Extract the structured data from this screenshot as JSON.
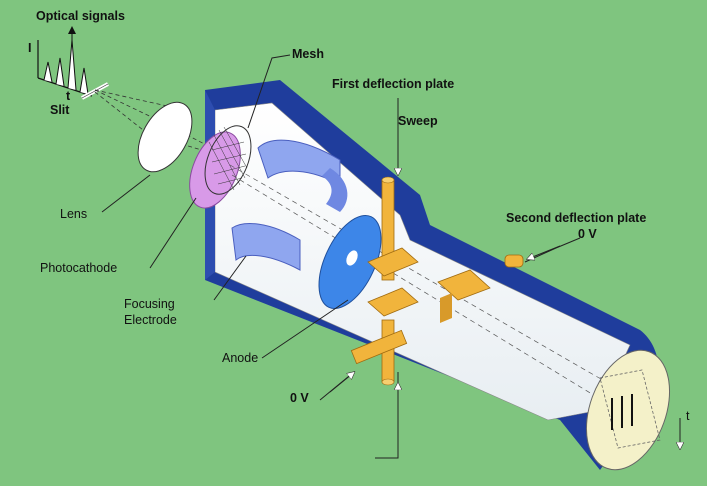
{
  "colors": {
    "background": "#7fc57f",
    "tube_shell": "#1f3d9c",
    "tube_interior": "#ffffff",
    "photocathode": "#d89ae8",
    "electrode": "#8fa6ef",
    "anode": "#3d86e8",
    "deflection_plates": "#f1b43c",
    "screen": "#f4f1c9"
  },
  "labels": {
    "optical_signals": "Optical signals",
    "intensity_axis": "I",
    "time_axis": "t",
    "slit": "Slit",
    "lens": "Lens",
    "mesh": "Mesh",
    "first_deflection_plate": "First deflection plate",
    "sweep": "Sweep",
    "photocathode": "Photocathode",
    "focusing_line1": "Focusing",
    "focusing_line2": "Electrode",
    "anode": "Anode",
    "second_deflection_plate": "Second deflection plate",
    "second_voltage": "0 V",
    "bottom_voltage": "0 V",
    "screen_time": "t"
  }
}
